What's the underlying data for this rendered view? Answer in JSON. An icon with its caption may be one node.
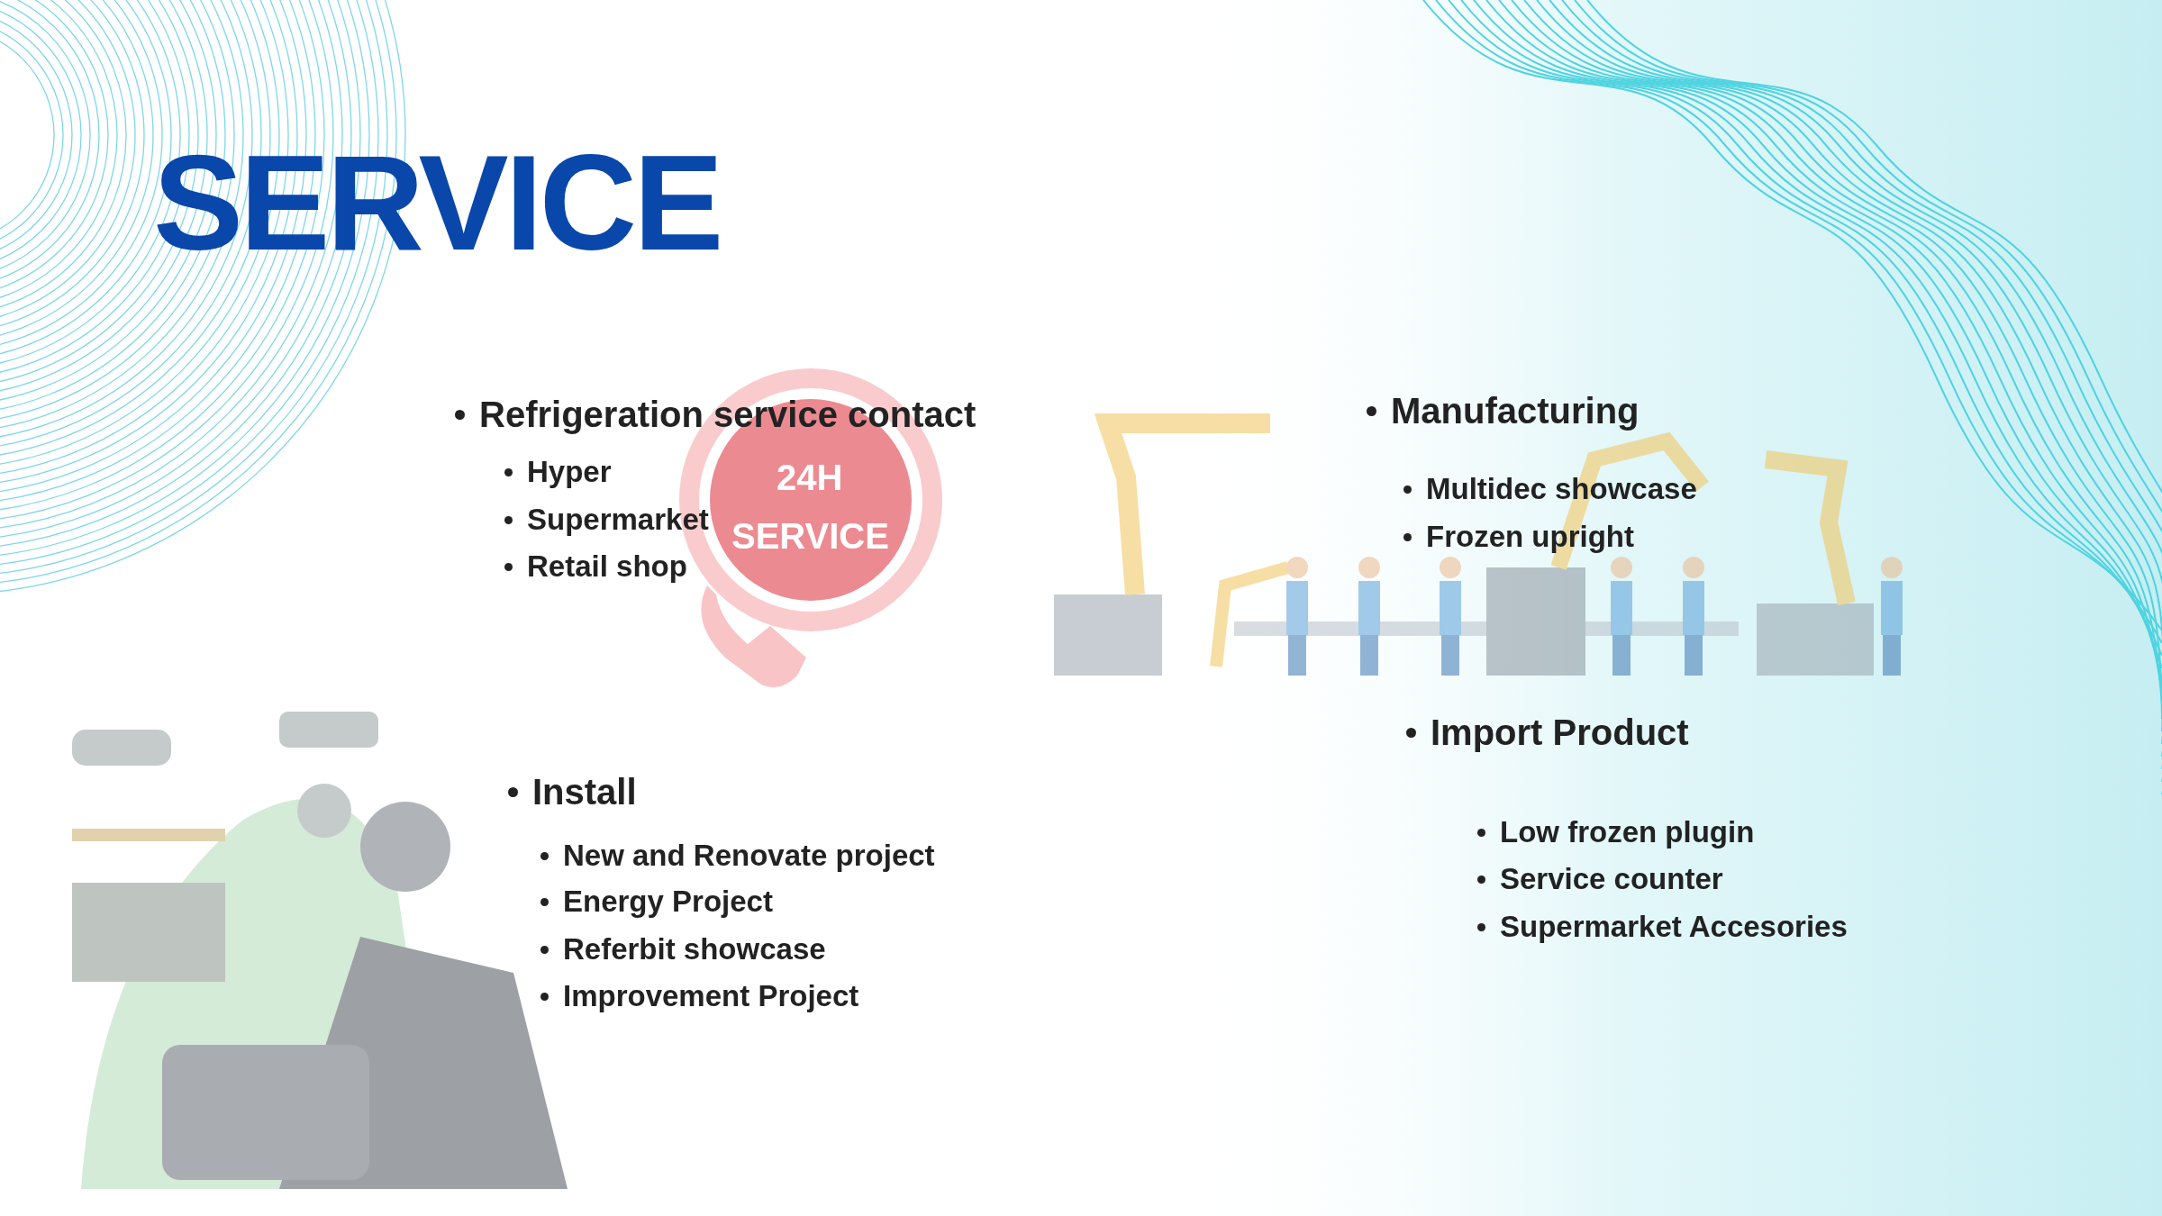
{
  "diagram": {
    "title": "SERVICE",
    "labels": [
      "Refrigeration service contact",
      "Hyper",
      "Supermarket",
      "Retail shop",
      "24H",
      "SERVICE",
      "Manufacturing",
      "Multidec showcase",
      "Frozen upright",
      "Install",
      "New and Renovate project",
      "Energy Project",
      "Referbit showcase",
      "Improvement Project",
      "Import Product",
      "Low frozen plugin",
      "Service counter",
      "Supermarket Accesories"
    ]
  }
}
